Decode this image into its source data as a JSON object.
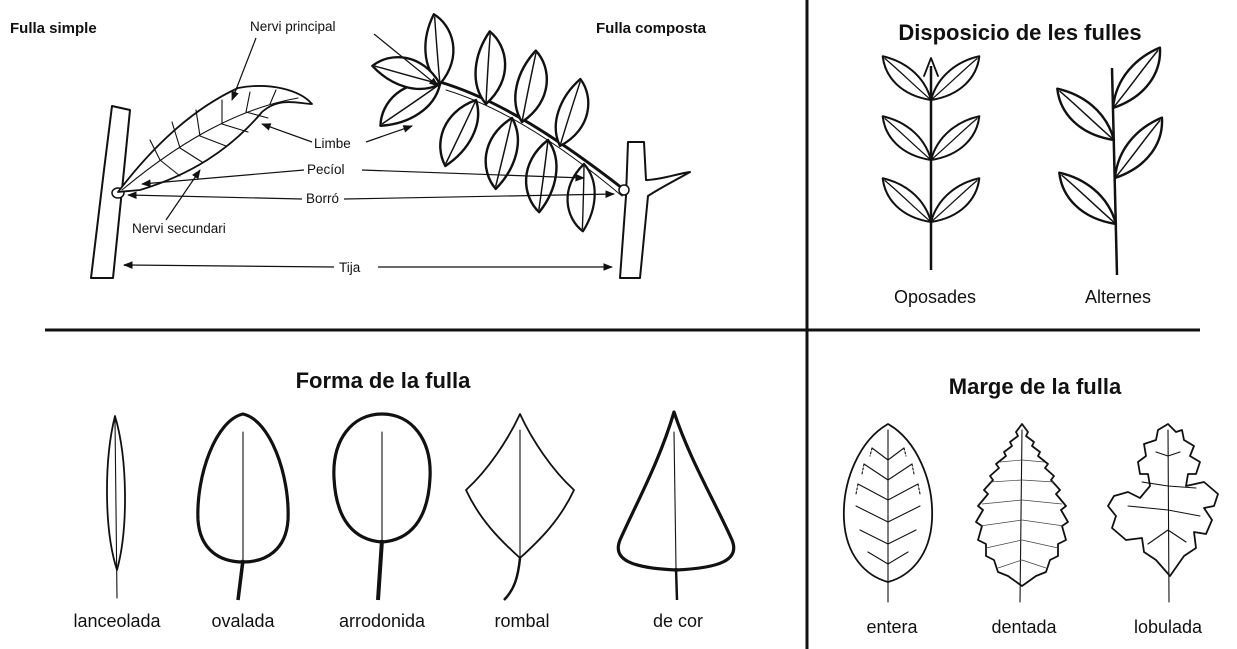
{
  "anatomy": {
    "simple_title": "Fulla simple",
    "compound_title": "Fulla composta",
    "labels": {
      "main_vein": "Nervi principal",
      "blade": "Limbe",
      "petiole": "Pecíol",
      "bud": "Borró",
      "secondary_vein": "Nervi secundari",
      "stem": "Tija"
    }
  },
  "arrangement": {
    "title": "Disposicio de les fulles",
    "items": [
      "Oposades",
      "Alternes"
    ]
  },
  "shape": {
    "title": "Forma de la fulla",
    "items": [
      "lanceolada",
      "ovalada",
      "arrodonida",
      "rombal",
      "de cor"
    ]
  },
  "margin": {
    "title": "Marge de la fulla",
    "items": [
      "entera",
      "dentada",
      "lobulada"
    ]
  }
}
